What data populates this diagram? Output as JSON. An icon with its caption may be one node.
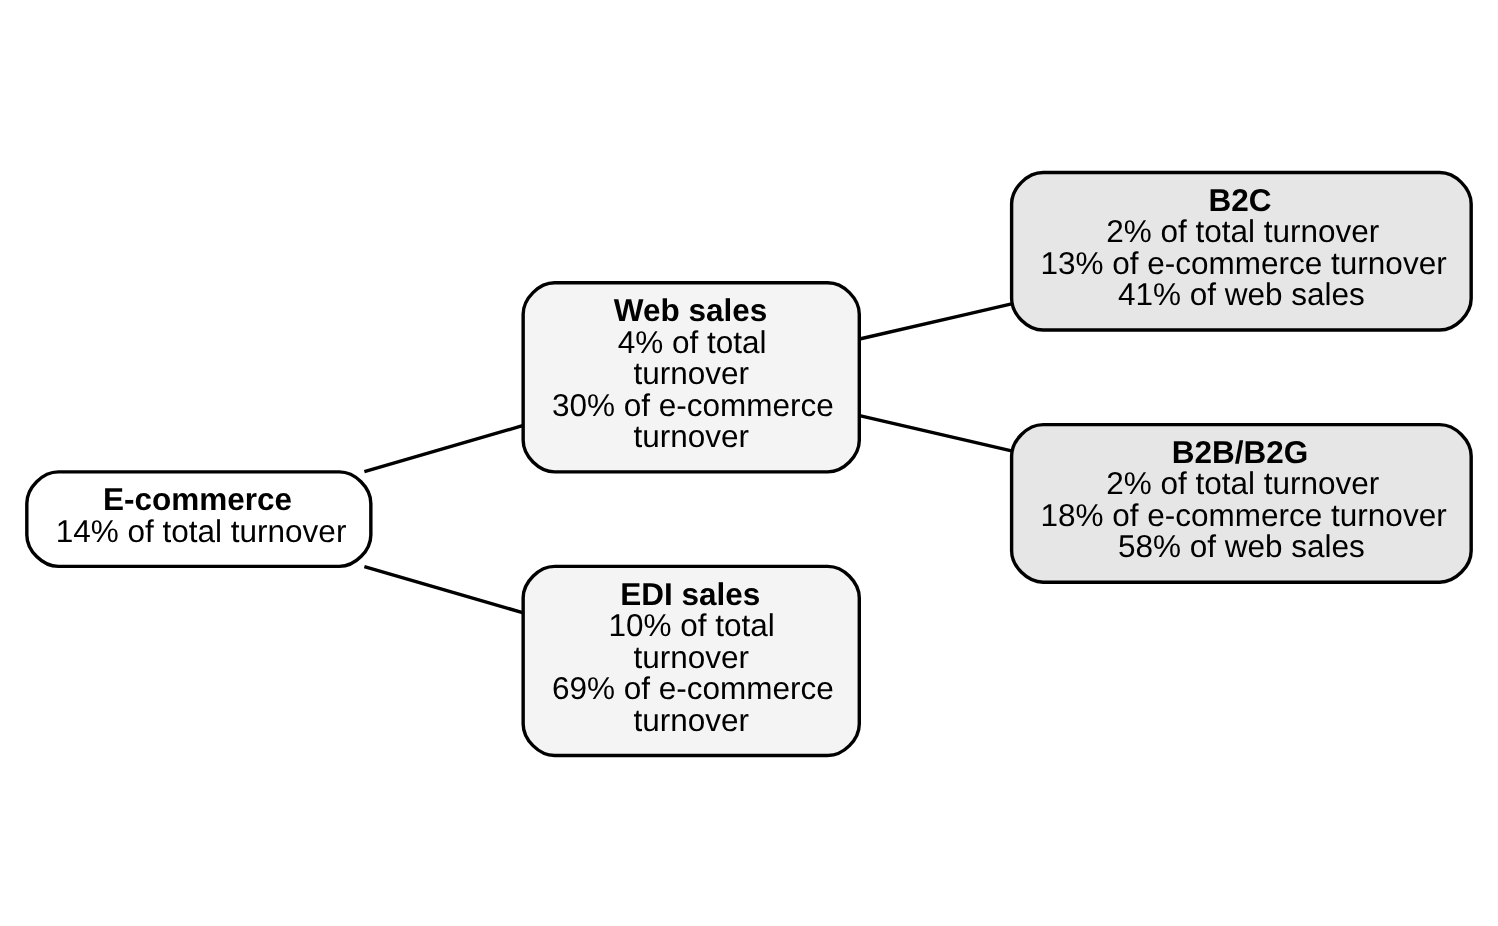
{
  "diagram": {
    "nodes": [
      {
        "text": [
          "E-commerce",
          "14% of total turnover"
        ]
      },
      {
        "text": [
          "Web sales",
          "4% of total turnover",
          "30% of e-commerce turnover"
        ]
      },
      {
        "text": [
          "EDI sales",
          "10% of total turnover",
          "69% of e-commerce turnover"
        ]
      },
      {
        "text": [
          "B2C",
          "2% of total turnover",
          "13% of e-commerce turnover",
          "41% of web sales"
        ]
      },
      {
        "text": [
          "B2B/B2G",
          "2% of total turnover",
          "18% of e-commerce turnover",
          "58% of web sales"
        ]
      }
    ],
    "edges": [
      {
        "from": 0,
        "to": 1,
        "arrow": "none"
      },
      {
        "from": 0,
        "to": 2,
        "arrow": "none"
      },
      {
        "from": 1,
        "to": 3,
        "arrow": "none"
      },
      {
        "from": 1,
        "to": 4,
        "arrow": "none"
      }
    ]
  }
}
